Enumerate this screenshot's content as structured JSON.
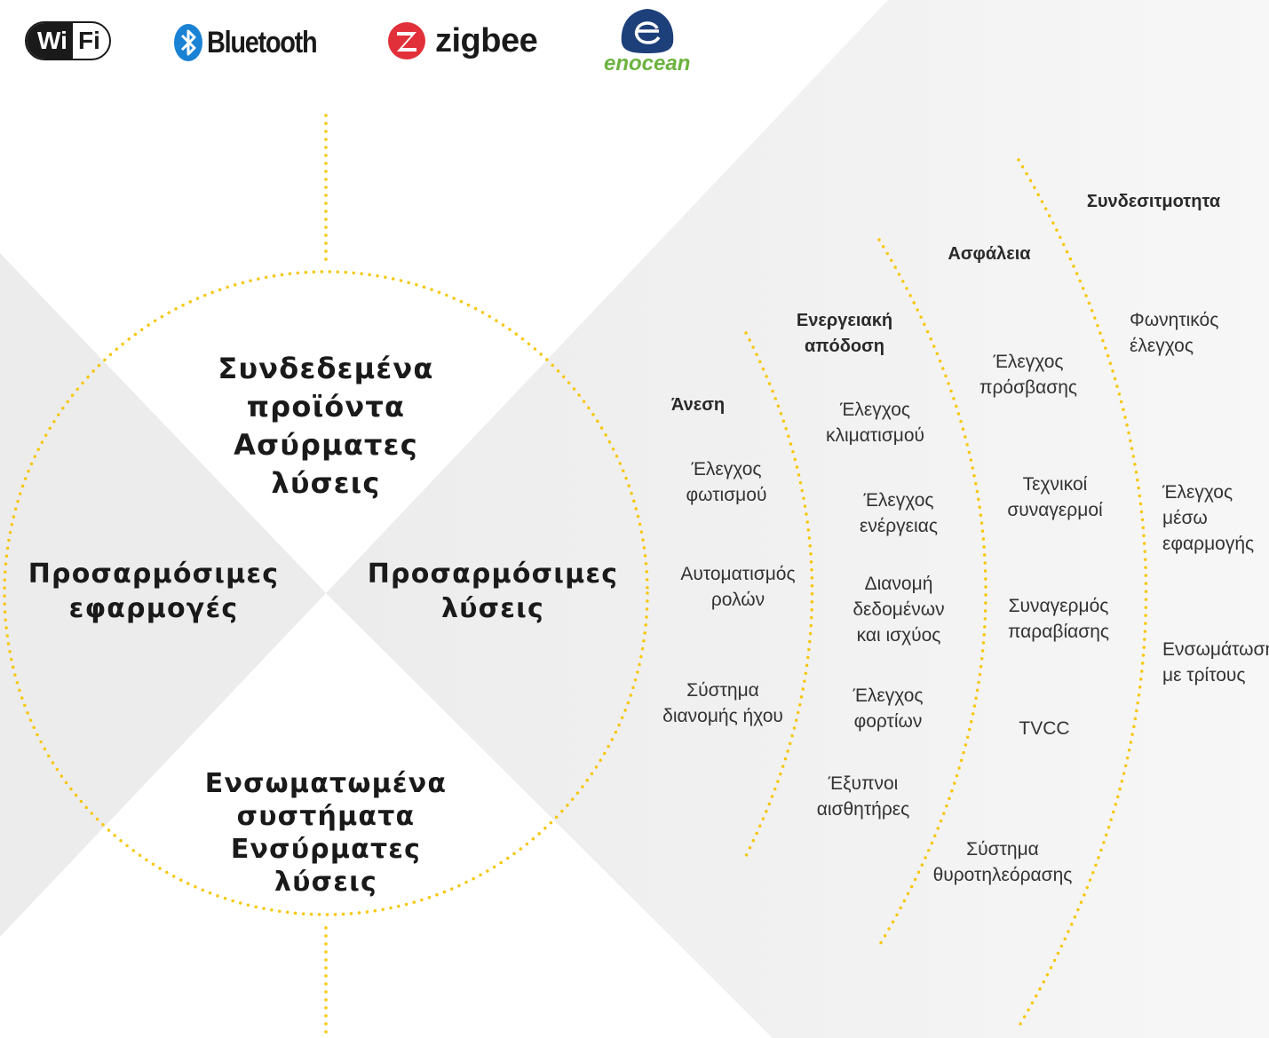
{
  "colors": {
    "accent": "#f7c70b",
    "shade": "#ececec",
    "enocean_green": "#6cb33f",
    "enocean_navy": "#1d3f7a",
    "zigbee_red": "#e2303a",
    "bluetooth_blue": "#1a82d4"
  },
  "logos": {
    "wifi": {
      "left": "Wi",
      "right": "Fi"
    },
    "bluetooth": {
      "text": "Bluetooth"
    },
    "zigbee": {
      "text": "zigbee"
    },
    "enocean": {
      "text": "enocean"
    }
  },
  "circle": {
    "top": "Συνδεδεμένα\nπροϊόντα\nΑσύρματες\nλύσεις",
    "left": "Προσαρμόσιμες\nεφαρμογές",
    "right": "Προσαρμόσιμες\nλύσεις",
    "bottom": "Ενσωματωμένα\nσυστήματα\nΕνσύρματες\nλύσεις"
  },
  "columns": {
    "comfort": {
      "heading": "Άνεση",
      "items": [
        "Έλεγχος\nφωτισμού",
        "Αυτοματισμός\nρολών",
        "Σύστημα\nδιανομής ήχου"
      ]
    },
    "energy": {
      "heading": "Ενεργειακή\nαπόδοση",
      "items": [
        "Έλεγχος\nκλιματισμού",
        "Έλεγχος\nενέργειας",
        "Διανομή\nδεδομένων\nκαι ισχύος",
        "Έλεγχος\nφορτίων",
        "Έξυπνοι\nαισθητήρες"
      ]
    },
    "security": {
      "heading": "Ασφάλεια",
      "items": [
        "Έλεγχος\nπρόσβασης",
        "Τεχνικοί\nσυναγερμοί",
        "Συναγερμός\nπαραβίασης",
        "TVCC",
        "Σύστημα\nθυροτηλεόρασης"
      ]
    },
    "connectivity": {
      "heading": "Συνδεσιτμοτητα",
      "items": [
        "Φωνητικός\nέλεγχος",
        "Έλεγχος\nμέσω\nεφαρμογής",
        "Ενσωμάτωση\nμε τρίτους"
      ]
    }
  }
}
